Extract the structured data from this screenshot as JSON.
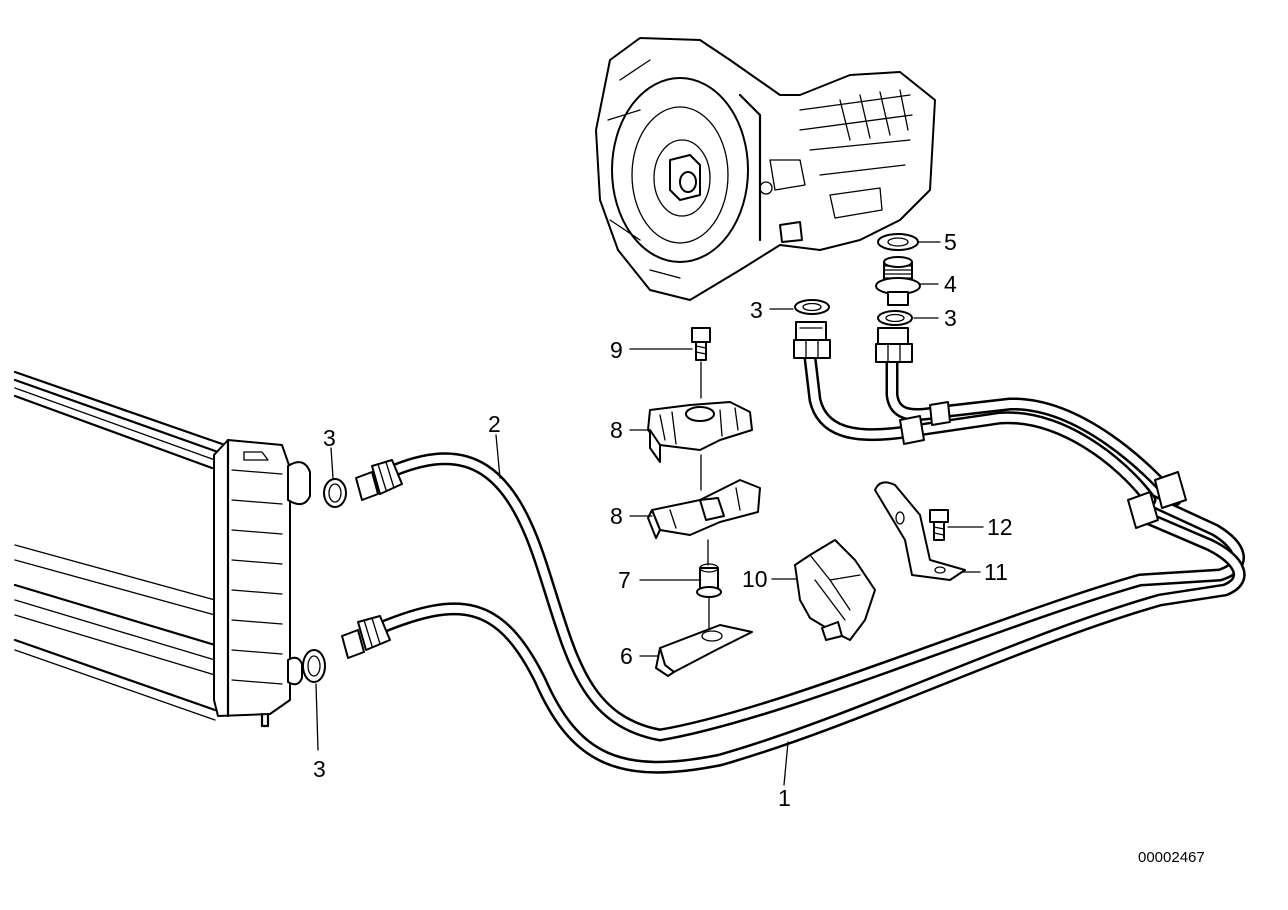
{
  "diagram": {
    "document_number": "00002467",
    "callouts": [
      {
        "id": "c2-pipe-upper",
        "label": "2",
        "part": "upper-oil-cooler-pipe"
      },
      {
        "id": "c1-pipe-lower",
        "label": "1",
        "part": "lower-oil-cooler-pipe"
      },
      {
        "id": "c3-radiator-top",
        "label": "3",
        "part": "sealing-ring"
      },
      {
        "id": "c3-radiator-bottom",
        "label": "3",
        "part": "sealing-ring"
      },
      {
        "id": "c3-trans-left",
        "label": "3",
        "part": "sealing-ring"
      },
      {
        "id": "c3-trans-right",
        "label": "3",
        "part": "sealing-ring"
      },
      {
        "id": "c4-adapter",
        "label": "4",
        "part": "screw-adapter"
      },
      {
        "id": "c5-washer",
        "label": "5",
        "part": "washer"
      },
      {
        "id": "c9-bolt",
        "label": "9",
        "part": "bolt"
      },
      {
        "id": "c8-clamp-upper",
        "label": "8",
        "part": "pipe-clamp"
      },
      {
        "id": "c8-clamp-lower",
        "label": "8",
        "part": "pipe-clamp"
      },
      {
        "id": "c7-nut",
        "label": "7",
        "part": "nut"
      },
      {
        "id": "c6-bracket",
        "label": "6",
        "part": "bracket"
      },
      {
        "id": "c10-holder",
        "label": "10",
        "part": "holder"
      },
      {
        "id": "c11-bracket",
        "label": "11",
        "part": "bracket"
      },
      {
        "id": "c12-bolt",
        "label": "12",
        "part": "bolt"
      }
    ]
  }
}
